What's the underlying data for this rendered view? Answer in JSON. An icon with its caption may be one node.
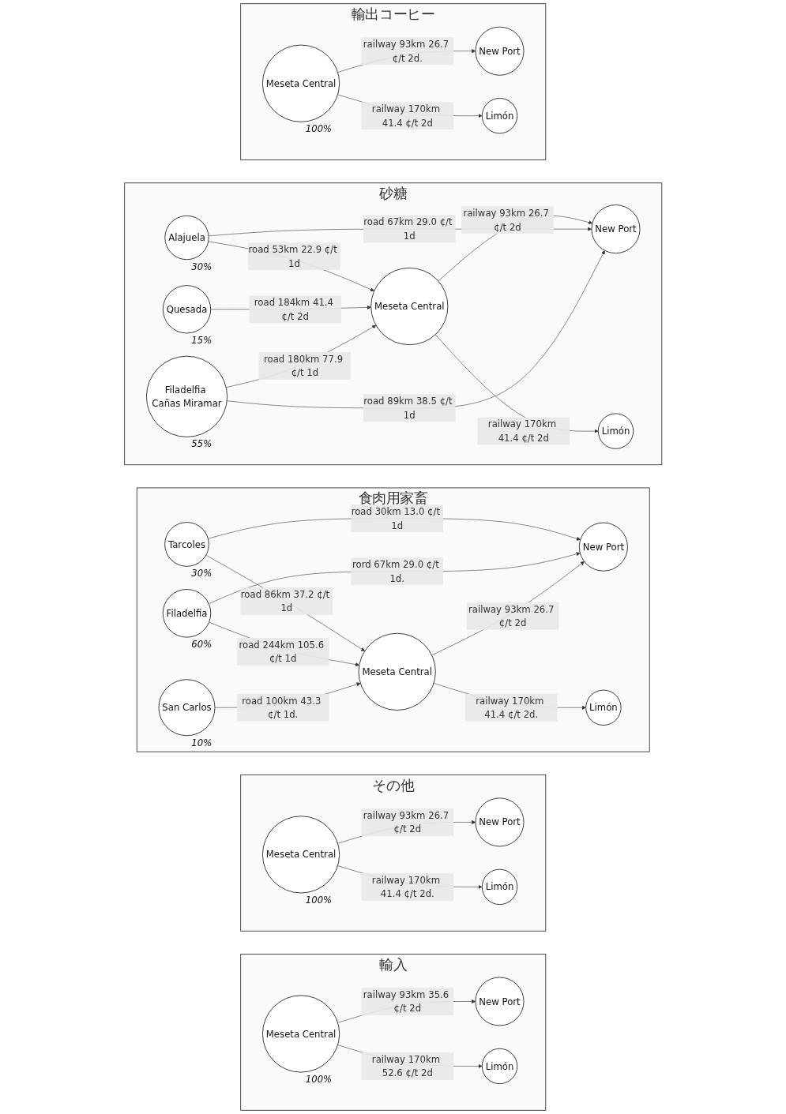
{
  "diagram": {
    "nodes": [
      {
        "text": [
          "輸出コーヒー"
        ]
      },
      {
        "text": [
          "New Port"
        ],
        "in": 0
      },
      {
        "text": [
          "Meseta Central"
        ],
        "in": 0,
        "beside": [
          "100%"
        ]
      },
      {
        "text": [
          "Limón"
        ],
        "in": 0
      },
      {
        "text": [
          "砂糖"
        ]
      },
      {
        "text": [
          "New Port"
        ],
        "in": 4
      },
      {
        "text": [
          "Meseta Central"
        ],
        "in": 4
      },
      {
        "text": [
          "Limón"
        ],
        "in": 4
      },
      {
        "text": [
          "Alajuela"
        ],
        "in": 4,
        "beside": [
          "30%"
        ]
      },
      {
        "text": [
          "Quesada"
        ],
        "in": 4,
        "beside": [
          "15%"
        ]
      },
      {
        "text": [
          "Filadelfia Cañas Miramar"
        ],
        "in": 4,
        "beside": [
          "55%"
        ]
      },
      {
        "text": [
          "食肉用家畜"
        ]
      },
      {
        "text": [
          "San Carlos"
        ],
        "in": 11,
        "beside": [
          "10%"
        ]
      },
      {
        "text": [
          "New Port"
        ],
        "in": 11
      },
      {
        "text": [
          "Meseta Central"
        ],
        "in": 11
      },
      {
        "text": [
          "Limón"
        ],
        "in": 11
      },
      {
        "text": [
          "Filadelfia"
        ],
        "in": 11,
        "beside": [
          "60%"
        ]
      },
      {
        "text": [
          "Tarcoles"
        ],
        "in": 11,
        "beside": [
          "30%"
        ]
      },
      {
        "text": [
          "その他"
        ]
      },
      {
        "text": [
          "New Port"
        ],
        "in": 18
      },
      {
        "text": [
          "Meseta Central"
        ],
        "in": 18,
        "beside": [
          "100%"
        ]
      },
      {
        "text": [
          "Limón"
        ],
        "in": 18
      },
      {
        "text": [
          "輸入"
        ]
      },
      {
        "text": [
          "New Port"
        ],
        "in": 22
      },
      {
        "text": [
          "Meseta Central"
        ],
        "in": 22,
        "beside": [
          "100%"
        ]
      },
      {
        "text": [
          "Limón"
        ],
        "in": 22
      }
    ],
    "edges": [
      {
        "from": 2,
        "to": 1,
        "arrow": "to",
        "label": "railway 93km 26.7 ¢/t 2d."
      },
      {
        "from": 2,
        "to": 3,
        "arrow": "to",
        "label": "railway 170km 41.4 ¢/t 2d"
      },
      {
        "from": 6,
        "to": 5,
        "arrow": "to",
        "label": "railway 93km 26.7 ¢/t 2d"
      },
      {
        "from": 6,
        "to": 7,
        "arrow": "to",
        "label": "railway 170km 41.4 ¢/t 2d"
      },
      {
        "from": 8,
        "to": 5,
        "arrow": "to",
        "label": "road 67km 29.0 ¢/t 1d"
      },
      {
        "from": 8,
        "to": 6,
        "arrow": "to",
        "label": "road 53km 22.9 ¢/t 1d"
      },
      {
        "from": 9,
        "to": 6,
        "arrow": "to",
        "label": "road 184km 41.4 ¢/t 2d"
      },
      {
        "from": 10,
        "to": 5,
        "arrow": "to",
        "label": "road 89km 38.5 ¢/t 1d"
      },
      {
        "from": 10,
        "to": 6,
        "arrow": "to",
        "label": "road 180km 77.9 ¢/t 1d"
      },
      {
        "from": 12,
        "to": 14,
        "arrow": "to",
        "label": "road 100km 43.3 ¢/t 1d."
      },
      {
        "from": 14,
        "to": 13,
        "arrow": "to",
        "label": "railway 93km 26.7 ¢/t 2d"
      },
      {
        "from": 14,
        "to": 15,
        "arrow": "to",
        "label": "railway 170km 41.4 ¢/t 2d."
      },
      {
        "from": 16,
        "to": 13,
        "arrow": "to",
        "label": "rord 67km 29.0 ¢/t 1d."
      },
      {
        "from": 16,
        "to": 14,
        "arrow": "to",
        "label": "road 244km 105.6 ¢/t 1d"
      },
      {
        "from": 17,
        "to": 13,
        "arrow": "to",
        "label": "road 30km 13.0 ¢/t 1d"
      },
      {
        "from": 17,
        "to": 14,
        "arrow": "to",
        "label": "road 86km 37.2 ¢/t 1d"
      },
      {
        "from": 20,
        "to": 19,
        "arrow": "to",
        "label": "railway 93km 26.7 ¢/t 2d"
      },
      {
        "from": 20,
        "to": 21,
        "arrow": "to",
        "label": "railway 170km 41.4 ¢/t 2d."
      },
      {
        "from": 24,
        "to": 23,
        "arrow": "to",
        "label": "railway 93km 35.6 ¢/t 2d"
      },
      {
        "from": 24,
        "to": 25,
        "arrow": "to",
        "label": "railway 170km 52.6 ¢/t 2d"
      }
    ]
  }
}
